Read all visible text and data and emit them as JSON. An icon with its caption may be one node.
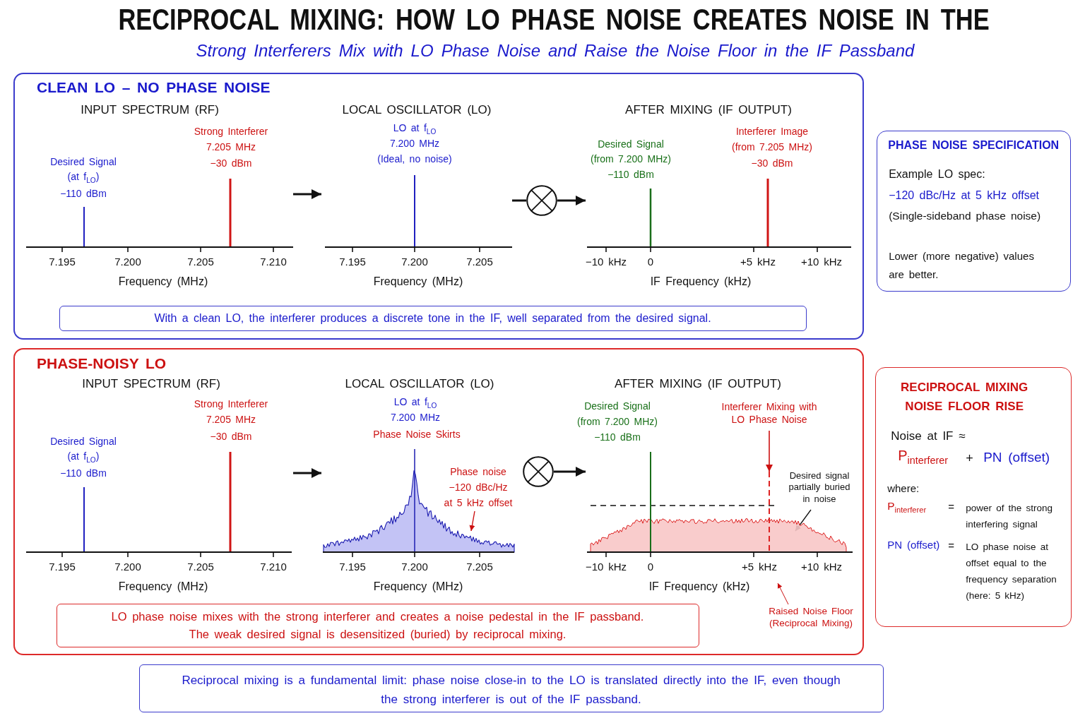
{
  "diagram": {
    "title": "RECIPROCAL MIXING: HOW LO PHASE NOISE CREATES NOISE IN THE",
    "nodes": [
      {
        "text": [
          "CLEAN LO – NO PHASE NOISE"
        ]
      },
      {
        "text": [
          "INPUT SPECTRUM (RF)",
          "Desired Signal",
          "(at f$_{LO}$)",
          "−110 dBm",
          "Strong Interferer",
          "7.205 MHz",
          "−30 dBm",
          "7.195",
          "7.200",
          "7.205",
          "7.210",
          "Frequency (MHz)"
        ],
        "in": 0
      },
      {
        "text": [
          "LOCAL OSCILLATOR (LO)",
          "LO at f$_{LO}$",
          "7.200 MHz",
          "(Ideal, no noise)",
          "7.195",
          "7.200",
          "7.205",
          "Frequency (MHz)"
        ],
        "in": 0
      },
      {
        "text": [],
        "shape": "circle",
        "in": 0
      },
      {
        "text": [
          "AFTER MIXING (IF OUTPUT)",
          "Desired Signal",
          "(from 7.200 MHz)",
          "−110 dBm",
          "Interferer Image",
          "(from 7.205 MHz)",
          "−30 dBm",
          "−10 kHz",
          "0",
          "+5 kHz",
          "+10 kHz",
          "IF Frequency (kHz)"
        ],
        "in": 0
      },
      {
        "text": [
          "With a clean LO, the interferer produces a discrete tone in the IF, well separated from the desired signal."
        ],
        "in": 0
      },
      {
        "text": [
          "PHASE NOISE SPECIFICATION",
          "Example LO spec:",
          "−120 dBc/Hz at 5 kHz offset",
          "(Single-sideband phase noise)",
          "Lower (more negative) values are better."
        ]
      },
      {
        "text": [
          "PHASE-NOISY LO"
        ]
      },
      {
        "text": [
          "INPUT SPECTRUM (RF)",
          "Desired Signal",
          "(at f$_{LO}$)",
          "−110 dBm",
          "Strong Interferer",
          "7.205 MHz",
          "−30 dBm",
          "7.195",
          "7.200",
          "7.205",
          "7.210",
          "Frequency (MHz)"
        ],
        "in": 7
      },
      {
        "text": [
          "LOCAL OSCILLATOR (LO)",
          "LO at f$_{LO}$",
          "7.200 MHz",
          "Phase Noise Skirts",
          "7.195",
          "7.200",
          "7.205",
          "Frequency (MHz)"
        ],
        "in": 7
      },
      {
        "text": [
          "Phase noise",
          "−120 dBc/Hz",
          "at 5 kHz offset"
        ],
        "in": 9
      },
      {
        "text": [],
        "shape": "circle",
        "in": 7
      },
      {
        "text": [
          "AFTER MIXING (IF OUTPUT)",
          "Desired Signal",
          "(from 7.200 MHz)",
          "−110 dBm",
          "−10 kHz",
          "0",
          "+5 kHz",
          "+10 kHz",
          "IF Frequency (kHz)"
        ],
        "in": 7
      },
      {
        "text": [
          "Interferer Mixing with LO Phase Noise"
        ],
        "in": 12
      },
      {
        "text": [],
        "shape": "line",
        "in": 12
      },
      {
        "text": [
          "Desired signal partially buried in noise"
        ],
        "in": 12
      },
      {
        "text": [
          "Raised Noise Floor (Reciprocal Mixing)"
        ],
        "in": 7
      },
      {
        "text": [
          "LO phase noise mixes with the strong interferer and creates a noise pedestal in the IF passband.",
          "The weak desired signal is desensitized (buried) by reciprocal mixing."
        ],
        "in": 7
      },
      {
        "text": [
          "RECIPROCAL MIXING NOISE FLOOR RISE",
          "Noise at IF ≈",
          "P$_{interferer}$",
          "+",
          "PN (offset)",
          "where:",
          "P$_{interferer}$",
          "=",
          "power of the strong interfering signal",
          "PN (offset)",
          "=",
          "LO phase noise at offset equal to the frequency separation (here: 5 kHz)"
        ]
      },
      {
        "text": [
          "Reciprocal mixing is a fundamental limit: phase noise close-in to the LO is translated directly into the IF, even though the strong interferer is out of the IF passband."
        ]
      }
    ],
    "edges": [
      {
        "from": 1,
        "to": 2,
        "arrow": "to"
      },
      {
        "from": 2,
        "to": 3,
        "arrow": "none"
      },
      {
        "from": 3,
        "to": 4,
        "arrow": "to"
      },
      {
        "from": 8,
        "to": 9,
        "arrow": "to"
      },
      {
        "from": 11,
        "to": 12,
        "arrow": "to"
      },
      {
        "from": 10,
        "to": null,
        "arrow": "to",
        "color": "#cc1111"
      },
      {
        "from": 13,
        "to": 14,
        "arrow": "to",
        "color": "#cc1111"
      },
      {
        "from": 15,
        "to": null,
        "arrow": "to"
      },
      {
        "from": 16,
        "to": null,
        "arrow": "to",
        "color": "#cc1111"
      }
    ],
    "labels": [
      "Strong Interferers Mix with LO Phase Noise and Raise the Noise Floor in the IF Passband"
    ]
  }
}
